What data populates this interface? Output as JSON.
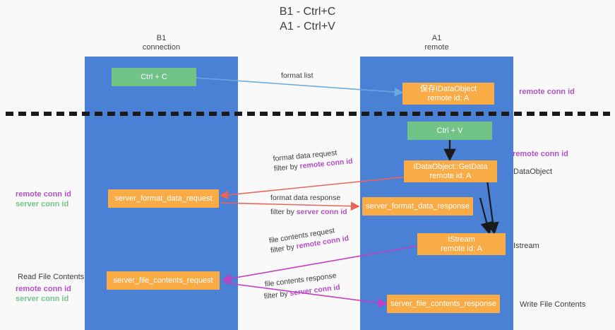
{
  "title": {
    "line1": "B1 - Ctrl+C",
    "line2": "A1 - Ctrl+V"
  },
  "columns": [
    {
      "name": "B1",
      "sub": "connection"
    },
    {
      "name": "A1",
      "sub": "remote"
    }
  ],
  "nodes": {
    "ctrl_c": "Ctrl + C",
    "ctrl_v": "Ctrl + V",
    "store_dataobject_l1": "保存IDataObject",
    "store_dataobject_l2": "remote id: A",
    "getdata_l1": "IDataObject::GetData",
    "getdata_l2": "remote id: A",
    "istream_l1": "IStream",
    "istream_l2": "remote id: A",
    "server_format_data_request": "server_format_data_request",
    "server_format_data_response": "server_format_data_response",
    "server_file_contents_request": "server_file_contents_request",
    "server_file_contents_response": "server_file_contents_response"
  },
  "edges": {
    "format_list": "format list",
    "format_data_request": "format data request",
    "format_data_request_filter_pre": "filter by ",
    "format_data_request_filter_key": "remote conn id",
    "format_data_response": "format data response",
    "format_data_response_filter_pre": "filter by ",
    "format_data_response_filter_key": "server conn id",
    "file_contents_request": "file contents request",
    "file_contents_request_filter_pre": "filter by ",
    "file_contents_request_filter_key": "remote conn id",
    "file_contents_response": "file contents response",
    "file_contents_response_filter_pre": "filter by ",
    "file_contents_response_filter_key": "server conn id"
  },
  "annotations": {
    "right_remote_conn_id_top": "remote conn id",
    "right_remote_conn_id_mid": "remote conn id",
    "right_dataobject": "DataObject",
    "right_istream": "Istream",
    "right_write_file_contents": "Write File Contents",
    "left_remote_conn_id": "remote conn id",
    "left_server_conn_id": "server conn id",
    "left_read_file_contents": "Read File Contents",
    "left_remote_conn_id_2": "remote conn id",
    "left_server_conn_id_2": "server conn id"
  },
  "colors": {
    "band": "#4a81d4",
    "green_node": "#72c387",
    "orange_node": "#f9ab46",
    "arrow_blue": "#6aa9e0",
    "arrow_red": "#ea6457",
    "arrow_magenta": "#c43fc0",
    "arrow_black": "#1a1a1a",
    "key_purple": "#b44fc8",
    "key_green": "#74c48a",
    "background": "#f9f9f9"
  }
}
